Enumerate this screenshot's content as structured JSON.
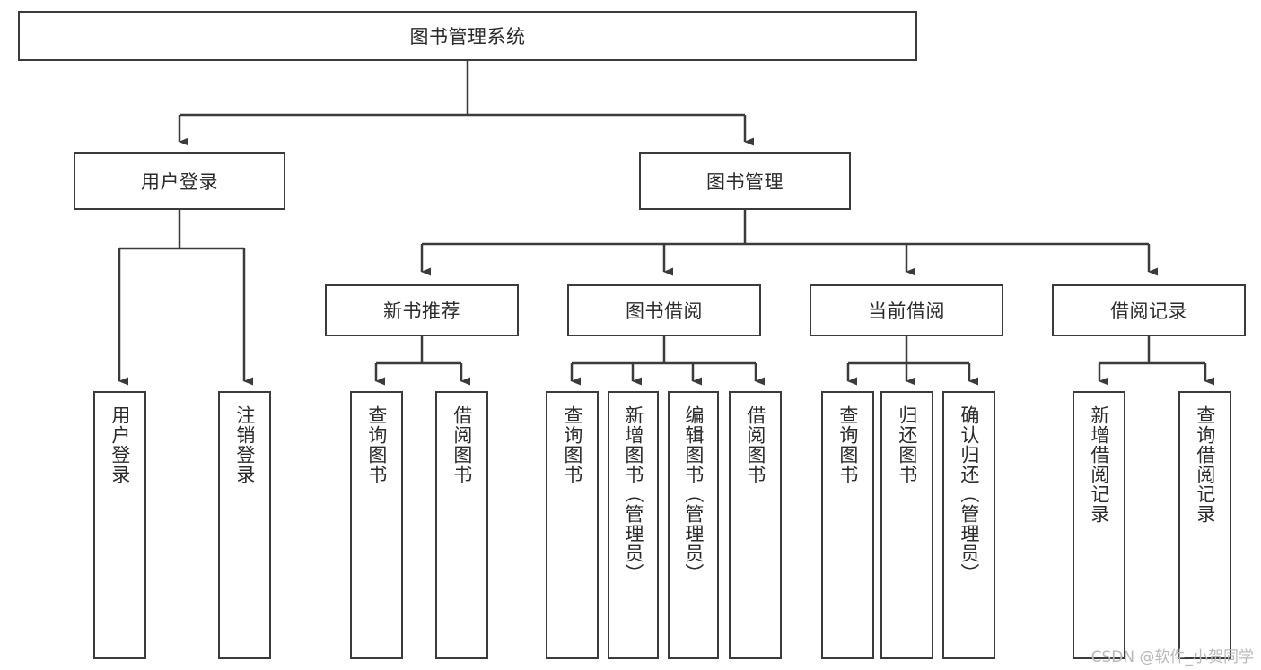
{
  "diagram": {
    "title": "图书管理系统",
    "type": "tree-hierarchy-diagram",
    "watermark": "CSDN @软件_小贺同学",
    "colors": {
      "box_border": "#3b3b3b",
      "box_fill": "#ffffff",
      "edge": "#3b3b3b",
      "text": "#2b2b2b",
      "watermark": "#b9b9b9",
      "background": "#ffffff"
    },
    "nodes": {
      "root": {
        "label": "图书管理系统"
      },
      "level1": [
        {
          "id": "user-login",
          "label": "用户登录"
        },
        {
          "id": "book-management",
          "label": "图书管理"
        }
      ],
      "level2": [
        {
          "id": "new-book-recommend",
          "label": "新书推荐"
        },
        {
          "id": "book-borrow",
          "label": "图书借阅"
        },
        {
          "id": "current-borrow",
          "label": "当前借阅"
        },
        {
          "id": "borrow-record",
          "label": "借阅记录"
        }
      ],
      "leaves": {
        "user_login": [
          {
            "id": "leaf-user-login",
            "label": "用户登录"
          },
          {
            "id": "leaf-logout-login",
            "label": "注销登录"
          }
        ],
        "new_book_recommend": [
          {
            "id": "leaf-query-book-1",
            "label": "查询图书"
          },
          {
            "id": "leaf-borrow-book-1",
            "label": "借阅图书"
          }
        ],
        "book_borrow": [
          {
            "id": "leaf-query-book-2",
            "label": "查询图书"
          },
          {
            "id": "leaf-add-book",
            "label": "新增图书（管理员）"
          },
          {
            "id": "leaf-edit-book",
            "label": "编辑图书（管理员）"
          },
          {
            "id": "leaf-borrow-book-2",
            "label": "借阅图书"
          }
        ],
        "current_borrow": [
          {
            "id": "leaf-query-book-3",
            "label": "查询图书"
          },
          {
            "id": "leaf-return-book",
            "label": "归还图书"
          },
          {
            "id": "leaf-confirm-return",
            "label": "确认归还（管理员）"
          }
        ],
        "borrow_record": [
          {
            "id": "leaf-add-record",
            "label": "新增借阅记录"
          },
          {
            "id": "leaf-query-record",
            "label": "查询借阅记录"
          }
        ]
      }
    }
  }
}
